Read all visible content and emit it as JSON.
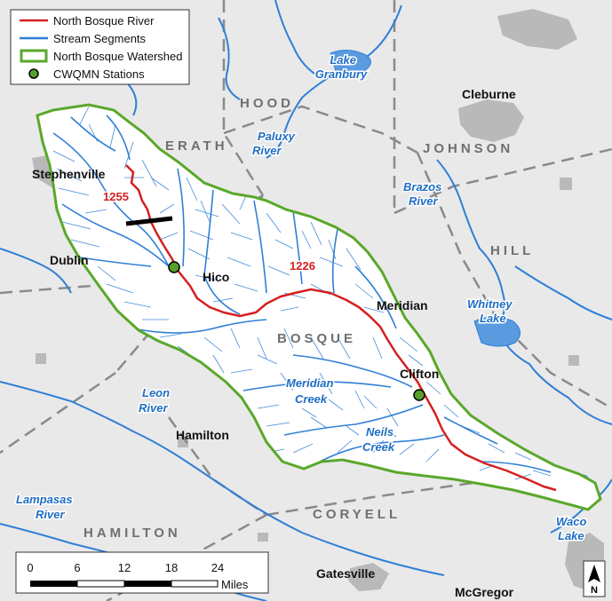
{
  "legend": {
    "items": [
      {
        "label": "North Bosque River",
        "symbol": "red-line",
        "color": "#d42020"
      },
      {
        "label": "Stream Segments",
        "symbol": "blue-line",
        "color": "#2f7fd6"
      },
      {
        "label": "North Bosque Watershed",
        "symbol": "green-outline",
        "color": "#5aa82a"
      },
      {
        "label": "CWQMN Stations",
        "symbol": "green-dot",
        "color": "#58a028"
      }
    ]
  },
  "counties": {
    "hood": "HOOD",
    "erath": "ERATH",
    "johnson": "JOHNSON",
    "hill": "HILL",
    "bosque": "BOSQUE",
    "coryell": "CORYELL",
    "hamilton": "HAMILTON"
  },
  "cities": {
    "cleburne": "Cleburne",
    "stephenville": "Stephenville",
    "dublin": "Dublin",
    "hico": "Hico",
    "meridian": "Meridian",
    "clifton": "Clifton",
    "hamilton": "Hamilton",
    "gatesville": "Gatesville",
    "mcgregor": "McGregor"
  },
  "water": {
    "lake_granbury": [
      "Lake",
      "Granbury"
    ],
    "paluxy_river": [
      "Paluxy",
      "River"
    ],
    "brazos_river": [
      "Brazos",
      "River"
    ],
    "whitney_lake": [
      "Whitney",
      "Lake"
    ],
    "leon_river": [
      "Leon",
      "River"
    ],
    "meridian_creek": [
      "Meridian",
      "Creek"
    ],
    "neils_creek": [
      "Neils",
      "Creek"
    ],
    "lampasas_river": [
      "Lampasas",
      "River"
    ],
    "waco_lake": [
      "Waco",
      "Lake"
    ]
  },
  "segments": {
    "seg_1255": "1255",
    "seg_1226": "1226"
  },
  "scale_bar": {
    "ticks": [
      "0",
      "6",
      "12",
      "18",
      "24"
    ],
    "unit": "Miles"
  },
  "north_arrow": {
    "label": "N"
  },
  "colors": {
    "river": "#d42020",
    "streams": "#2f7fd6",
    "watershed": "#5aa82a",
    "station": "#58a028",
    "county_line": "#8a8a8a",
    "urban": "#b9b9b9"
  }
}
